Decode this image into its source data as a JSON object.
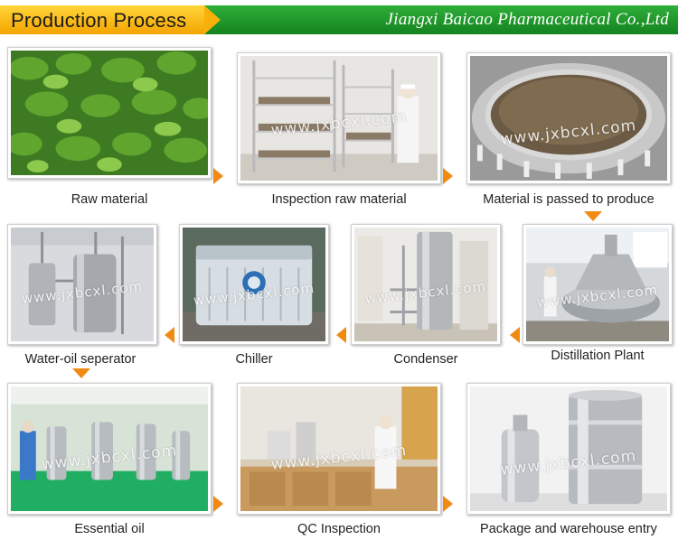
{
  "header": {
    "title": "Production Process",
    "company": "Jiangxi Baicao Pharmaceutical Co.,Ltd"
  },
  "watermark": "www.jxbcxl.com",
  "steps": [
    {
      "label": "Raw material"
    },
    {
      "label": "Inspection raw material"
    },
    {
      "label": "Material is passed to produce"
    },
    {
      "label": "Distillation Plant"
    },
    {
      "label": "Condenser"
    },
    {
      "label": "Chiller"
    },
    {
      "label": "Water-oil seperator"
    },
    {
      "label": "Essential oil"
    },
    {
      "label": "QC Inspection"
    },
    {
      "label": "Package and warehouse entry"
    }
  ],
  "colors": {
    "header_green": "#1f9a2b",
    "header_yellow": "#f7b10a",
    "arrow_orange": "#f08a12"
  }
}
